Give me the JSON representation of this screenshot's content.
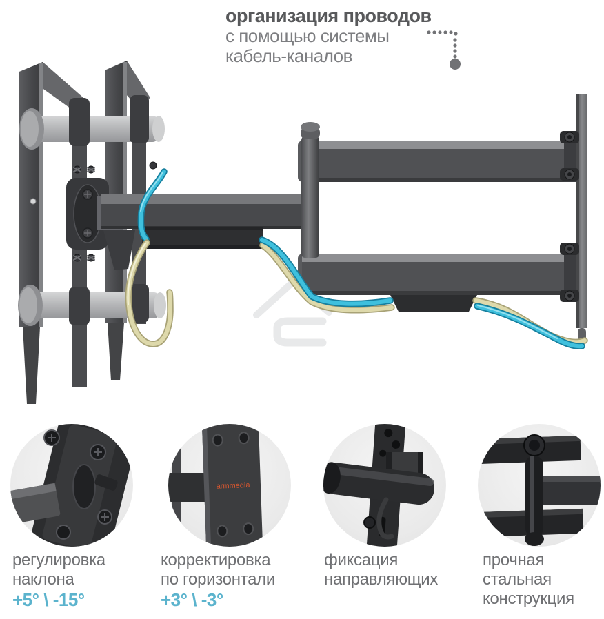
{
  "header": {
    "title": "организация проводов",
    "subtitle_line1": "с помощью системы",
    "subtitle_line2": "кабель-каналов"
  },
  "brand_label": "armmedia",
  "features": [
    {
      "line1": "регулировка",
      "line2": "наклона",
      "line3": "",
      "value": "+5° \\ -15°"
    },
    {
      "line1": "корректировка",
      "line2": "по горизонтали",
      "line3": "",
      "value": "+3° \\ -3°"
    },
    {
      "line1": "фиксация",
      "line2": "направляющих",
      "line3": "",
      "value": ""
    },
    {
      "line1": "прочная",
      "line2": "стальная",
      "line3": "конструкция",
      "value": ""
    }
  ],
  "colors": {
    "accent_teal_text": "#5bb3cd",
    "brand_orange": "#d9572f",
    "cable_teal": "#3fc0dd",
    "cable_yellow": "#ded9ab",
    "metal_dark": "#48494c",
    "watermark_gray": "#e8e9ea",
    "leader_gray": "#717275"
  },
  "icons": {
    "leader": "dotted-leader-icon",
    "watermark": "home-outline-watermark"
  }
}
